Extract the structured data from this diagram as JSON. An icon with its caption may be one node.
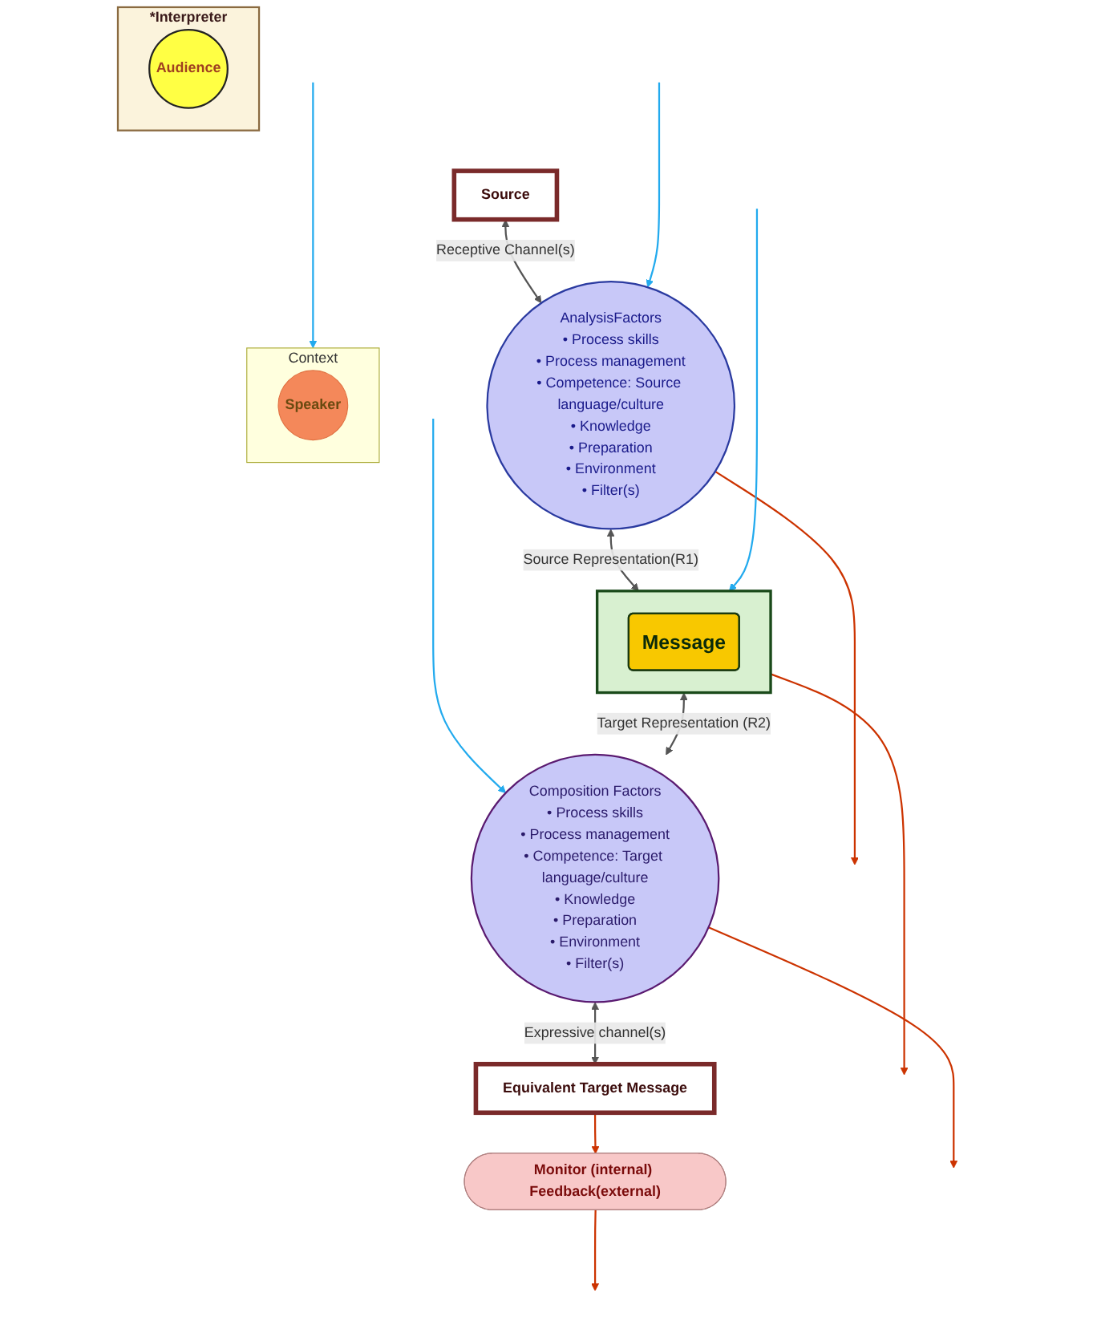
{
  "diagram": {
    "nodes": [
      {
        "text": [
          "Context"
        ]
      },
      {
        "text": [
          "Speaker"
        ],
        "in": 0
      },
      {
        "text": [
          "Source"
        ]
      },
      {
        "text": [
          "AnalysisFactors",
          "• Process skills",
          "• Process management",
          "• Competence: Source language/culture",
          "• Knowledge",
          "• Preparation",
          "• Environment",
          "• Filter(s)"
        ]
      },
      {
        "text": [],
        "shape": "box"
      },
      {
        "text": [
          "Message"
        ],
        "in": 4
      },
      {
        "text": [
          "Composition Factors",
          "• Process skills",
          "• Process management",
          "• Competence: Target language/culture",
          "• Knowledge",
          "• Preparation",
          "• Environment",
          "• Filter(s)"
        ]
      },
      {
        "text": [
          "*Interpreter"
        ]
      },
      {
        "text": [
          "Audience"
        ],
        "in": 7
      },
      {
        "text": [
          "Equivalent Target Message"
        ]
      },
      {
        "text": [
          "Monitor (internal) Feedback(external)"
        ]
      }
    ],
    "edges": [
      {
        "from": 2,
        "to": 3,
        "arrow": "both",
        "label": "Receptive Channel(s)",
        "color": "#555555"
      },
      {
        "from": null,
        "to": 0,
        "arrow": "to",
        "color": "#22aaee"
      },
      {
        "from": null,
        "to": 3,
        "arrow": "to",
        "color": "#22aaee"
      },
      {
        "from": 3,
        "to": null,
        "arrow": "to",
        "color": "#cc3300"
      },
      {
        "from": 3,
        "to": 4,
        "arrow": "both",
        "label": "Source Representation(R1)",
        "color": "#555555"
      },
      {
        "from": null,
        "to": 4,
        "arrow": "to",
        "color": "#22aaee"
      },
      {
        "from": 4,
        "to": null,
        "arrow": "to",
        "color": "#cc3300"
      },
      {
        "from": 4,
        "to": 6,
        "arrow": "both",
        "label": "Target Representation (R2)",
        "color": "#555555"
      },
      {
        "from": null,
        "to": 6,
        "arrow": "to",
        "color": "#22aaee"
      },
      {
        "from": 6,
        "to": null,
        "arrow": "to",
        "color": "#cc3300"
      },
      {
        "from": 6,
        "to": 9,
        "arrow": "both",
        "label": "Expressive channel(s)",
        "color": "#555555"
      },
      {
        "from": 9,
        "to": 10,
        "arrow": "to",
        "color": "#cc3300"
      },
      {
        "from": 10,
        "to": null,
        "arrow": "to",
        "color": "#cc3300"
      }
    ]
  }
}
